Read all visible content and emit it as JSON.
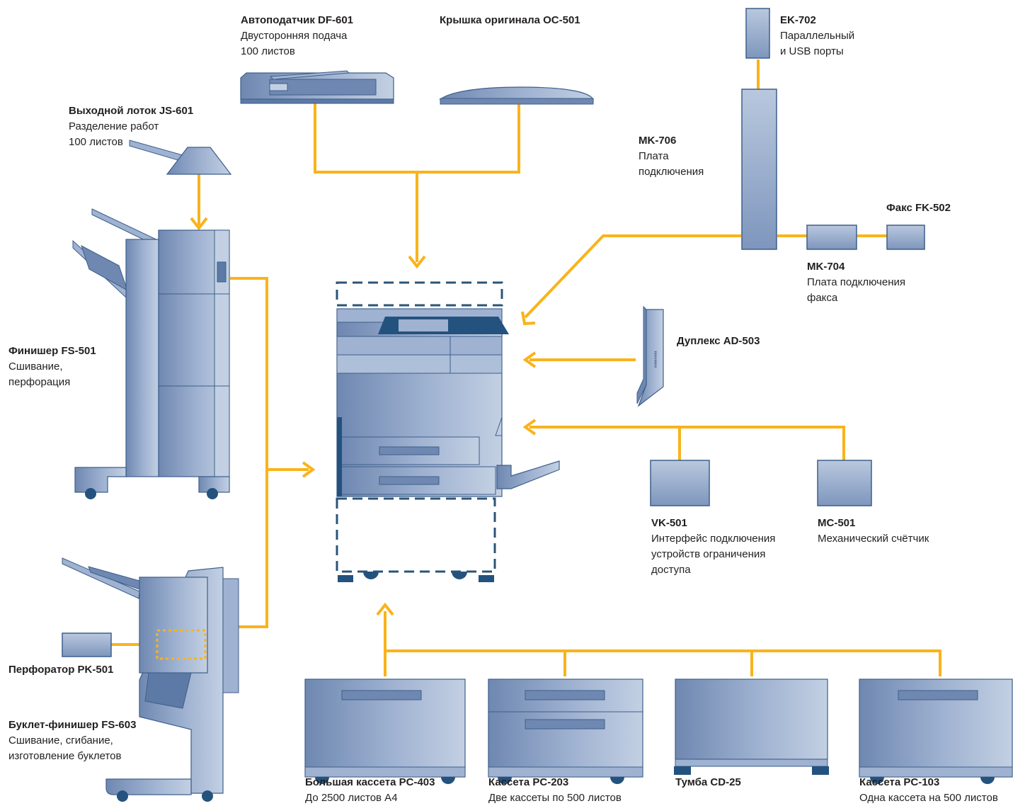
{
  "colors": {
    "connector": "#f9b31b",
    "device_body": "#8ea3c5",
    "device_dark": "#24527e",
    "device_outline": "#3d5f8a",
    "dashed_option": "#2b5478",
    "background": "#ffffff"
  },
  "labels": {
    "df601": {
      "title": "Автоподатчик DF-601",
      "lines": [
        "Двусторонняя подача",
        "100 листов"
      ]
    },
    "oc501": {
      "title": "Крышка оригинала OC-501",
      "lines": []
    },
    "ek702": {
      "title": "EK-702",
      "lines": [
        "Параллельный",
        "и USB порты"
      ]
    },
    "mk706": {
      "title": "MK-706",
      "lines": [
        "Плата",
        "подключения"
      ]
    },
    "fk502": {
      "title": "Факс FK-502",
      "lines": []
    },
    "mk704": {
      "title": "MK-704",
      "lines": [
        "Плата подключения",
        "факса"
      ]
    },
    "js601": {
      "title": "Выходной лоток JS-601",
      "lines": [
        "Разделение работ",
        "100 листов"
      ]
    },
    "fs501": {
      "title": "Финишер FS-501",
      "lines": [
        "Сшивание,",
        "перфорация"
      ]
    },
    "ad503": {
      "title": "Дуплекс AD-503",
      "lines": []
    },
    "vk501": {
      "title": "VK-501",
      "lines": [
        "Интерфейс подключения",
        "устройств ограничения",
        "доступа"
      ]
    },
    "mc501": {
      "title": "MC-501",
      "lines": [
        "Механический счётчик"
      ]
    },
    "pk501": {
      "title": "Перфоратор PK-501",
      "lines": []
    },
    "fs603": {
      "title": "Буклет-финишер FS-603",
      "lines": [
        "Сшивание, сгибание,",
        "изготовление буклетов"
      ]
    },
    "pc403": {
      "title": "Большая кассета PC-403",
      "lines": [
        "До 2500 листов А4"
      ]
    },
    "pc203": {
      "title": "Кассета PC-203",
      "lines": [
        "Две кассеты по 500 листов"
      ]
    },
    "cd25": {
      "title": "Тумба CD-25",
      "lines": []
    },
    "pc103": {
      "title": "Кассета PC-103",
      "lines": [
        "Одна кассета на 500 листов"
      ]
    }
  }
}
